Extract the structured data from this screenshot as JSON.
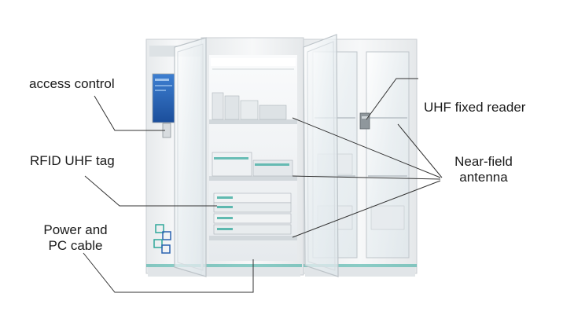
{
  "labels": {
    "access_control": "access control",
    "rfid_uhf_tag": "RFID UHF tag",
    "power_pc_cable_line1": "Power and",
    "power_pc_cable_line2": "PC cable",
    "uhf_fixed_reader": "UHF fixed reader",
    "near_field_line1": "Near-field",
    "near_field_line2": "antenna"
  },
  "colors": {
    "cabinet_body": "#f2f4f5",
    "cabinet_edge": "#c9ced2",
    "glass_tint": "#eef3f5",
    "accent_teal": "#2fa79a",
    "screen_blue": "#2b63b8",
    "leader_line": "#333333"
  },
  "icons": {
    "logo": "cube-logo-icon",
    "reader": "rfid-reader-icon"
  }
}
